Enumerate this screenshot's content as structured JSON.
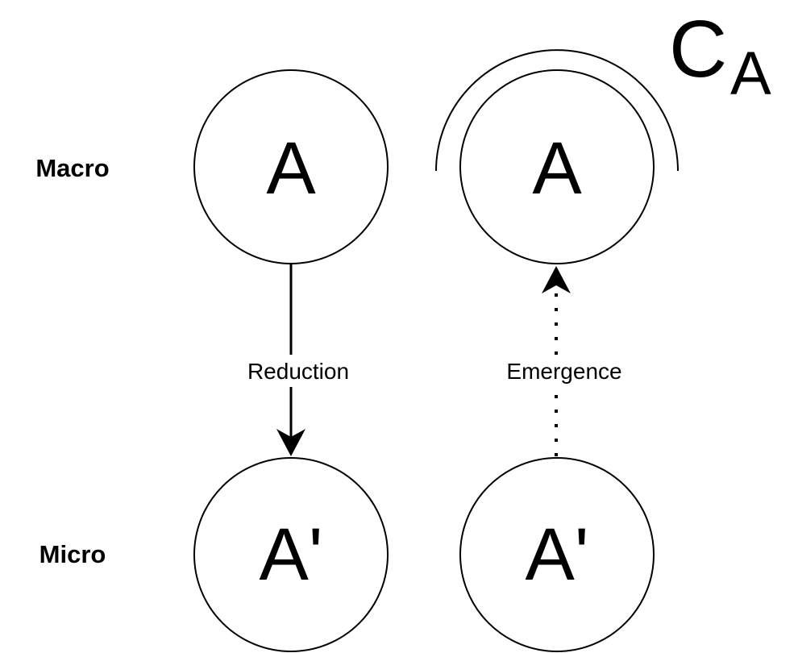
{
  "levels": {
    "macro": "Macro",
    "micro": "Micro"
  },
  "nodes": {
    "macro_left": "A",
    "macro_right": "A",
    "micro_left": "A'",
    "micro_right": "A'"
  },
  "edges": {
    "reduction": "Reduction",
    "emergence": "Emergence"
  },
  "context_label": {
    "main": "C",
    "subscript": "A"
  }
}
